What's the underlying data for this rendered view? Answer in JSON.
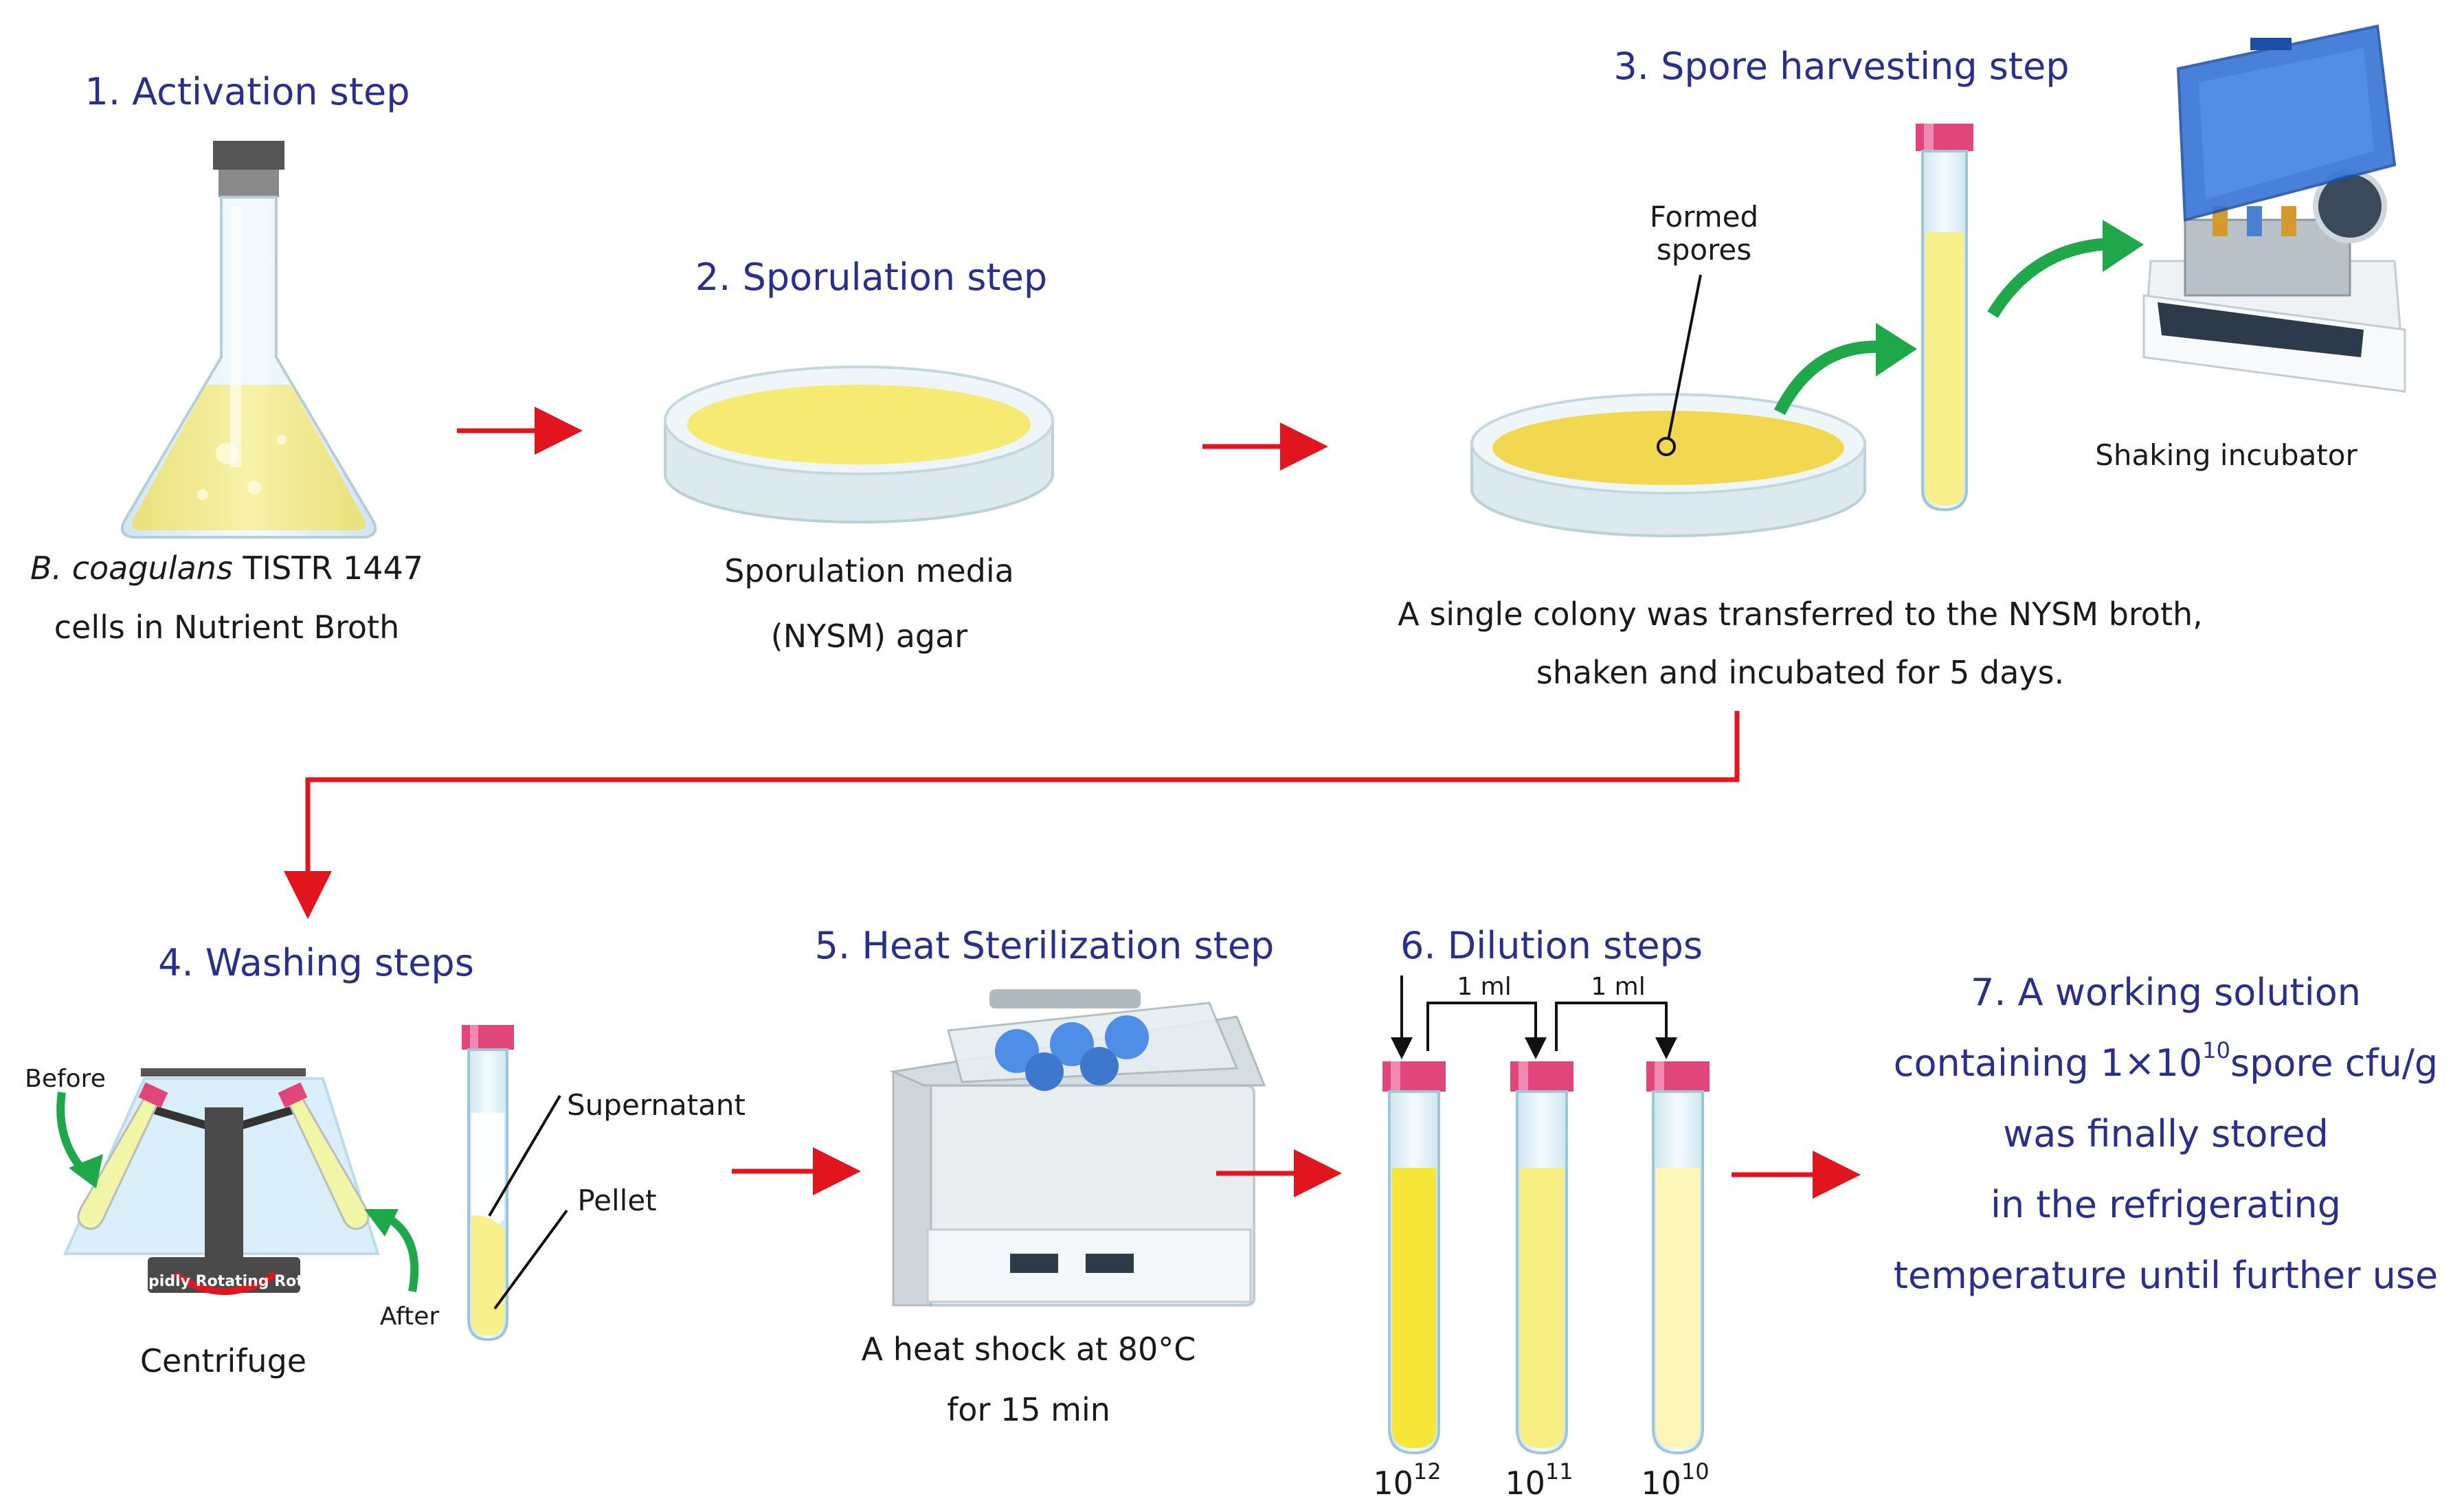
{
  "steps": {
    "activation": {
      "title": "1. Activation step",
      "caption_italic": "B. coagulans",
      "caption_rest": " TISTR 1447",
      "caption_line2": "cells in  Nutrient Broth"
    },
    "sporulation": {
      "title": "2. Sporulation step",
      "caption_line1": "Sporulation media",
      "caption_line2": "(NYSM) agar"
    },
    "harvesting": {
      "title": "3. Spore harvesting step",
      "formed_spores_line1": "Formed",
      "formed_spores_line2": "spores",
      "incubator_label": "Shaking incubator",
      "caption_line1": "A single colony was transferred to the NYSM broth,",
      "caption_line2": "shaken and incubated for 5 days."
    },
    "washing": {
      "title": "4. Washing steps",
      "before_label": "Before",
      "after_label": "After",
      "centrifuge_label": "Centrifuge",
      "rotor_text": "Rapidly Rotating Rotor",
      "supernatant_label": "Supernatant",
      "pellet_label": "Pellet"
    },
    "heat": {
      "title": "5. Heat Sterilization step",
      "caption_line1": "A heat shock at 80°C",
      "caption_line2": "for 15 min"
    },
    "dilution": {
      "title": "6. Dilution steps",
      "transfer_1": "1 ml",
      "transfer_2": "1 ml",
      "tubes": [
        {
          "base": "10",
          "exp": "12"
        },
        {
          "base": "10",
          "exp": "11"
        },
        {
          "base": "10",
          "exp": "10"
        }
      ]
    },
    "final": {
      "line1": "7. A working solution",
      "line2_pre": "containing 1×10",
      "line2_exp": "10",
      "line2_post": "spore cfu/g",
      "line3": "was finally stored",
      "line4": "in the refrigerating",
      "line5": "temperature until further use"
    }
  },
  "colors": {
    "title": "#2b2f8c",
    "arrow_red": "#e0151e",
    "arrow_green": "#1ea84a",
    "media_yellow": "#f6ea73",
    "cap_pink": "#e0467a"
  }
}
